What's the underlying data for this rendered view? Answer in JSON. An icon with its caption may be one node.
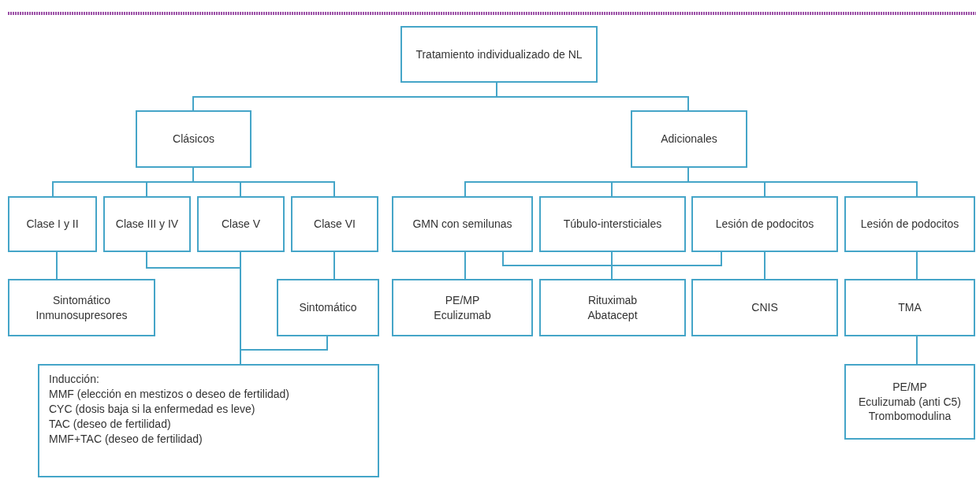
{
  "diagram": {
    "nodes": [
      {
        "text": [
          "Tratamiento individualizado de NL"
        ]
      },
      {
        "text": [
          "Clásicos"
        ]
      },
      {
        "text": [
          "Adicionales"
        ]
      },
      {
        "text": [
          "Clase I y II"
        ]
      },
      {
        "text": [
          "Clase III y IV"
        ]
      },
      {
        "text": [
          "Clase V"
        ]
      },
      {
        "text": [
          "Clase VI"
        ]
      },
      {
        "text": [
          "GMN con semilunas"
        ]
      },
      {
        "text": [
          "Túbulo-intersticiales"
        ]
      },
      {
        "text": [
          "Lesión de podocitos"
        ]
      },
      {
        "text": [
          "Lesión de podocitos"
        ]
      },
      {
        "text": [
          "Sintomático",
          "Inmunosupresores"
        ]
      },
      {
        "text": [
          "Sintomático"
        ]
      },
      {
        "text": [
          "PE/MP",
          "Eculizumab"
        ]
      },
      {
        "text": [
          "Rituximab",
          "Abatacept"
        ]
      },
      {
        "text": [
          "CNIS"
        ]
      },
      {
        "text": [
          "TMA"
        ]
      },
      {
        "text": [
          "Inducción:",
          "MMF (elección en mestizos o deseo de fertilidad)",
          "CYC (dosis baja si la enfermedad es leve)",
          "TAC (deseo de fertilidad)",
          "MMF+TAC (deseo de fertilidad)"
        ]
      },
      {
        "text": [
          "PE/MP",
          "Eculizumab (anti C5)",
          "Trombomodulina"
        ]
      }
    ],
    "edges": [
      {
        "from": 0,
        "to": 1,
        "arrow": "none"
      },
      {
        "from": 0,
        "to": 2,
        "arrow": "none"
      },
      {
        "from": 1,
        "to": 3,
        "arrow": "none"
      },
      {
        "from": 1,
        "to": 4,
        "arrow": "none"
      },
      {
        "from": 1,
        "to": 5,
        "arrow": "none"
      },
      {
        "from": 1,
        "to": 6,
        "arrow": "none"
      },
      {
        "from": 2,
        "to": 7,
        "arrow": "none"
      },
      {
        "from": 2,
        "to": 8,
        "arrow": "none"
      },
      {
        "from": 2,
        "to": 9,
        "arrow": "none"
      },
      {
        "from": 2,
        "to": 10,
        "arrow": "none"
      },
      {
        "from": 3,
        "to": 11,
        "arrow": "none"
      },
      {
        "from": 4,
        "to": 17,
        "arrow": "none"
      },
      {
        "from": 5,
        "to": 17,
        "arrow": "none"
      },
      {
        "from": 6,
        "to": 12,
        "arrow": "none"
      },
      {
        "from": 12,
        "to": 17,
        "arrow": "none"
      },
      {
        "from": 7,
        "to": 13,
        "arrow": "none"
      },
      {
        "from": 7,
        "to": 14,
        "arrow": "none"
      },
      {
        "from": 8,
        "to": 14,
        "arrow": "none"
      },
      {
        "from": 9,
        "to": 14,
        "arrow": "none"
      },
      {
        "from": 9,
        "to": 15,
        "arrow": "none"
      },
      {
        "from": 10,
        "to": 16,
        "arrow": "none"
      },
      {
        "from": 16,
        "to": 18,
        "arrow": "none"
      }
    ]
  }
}
